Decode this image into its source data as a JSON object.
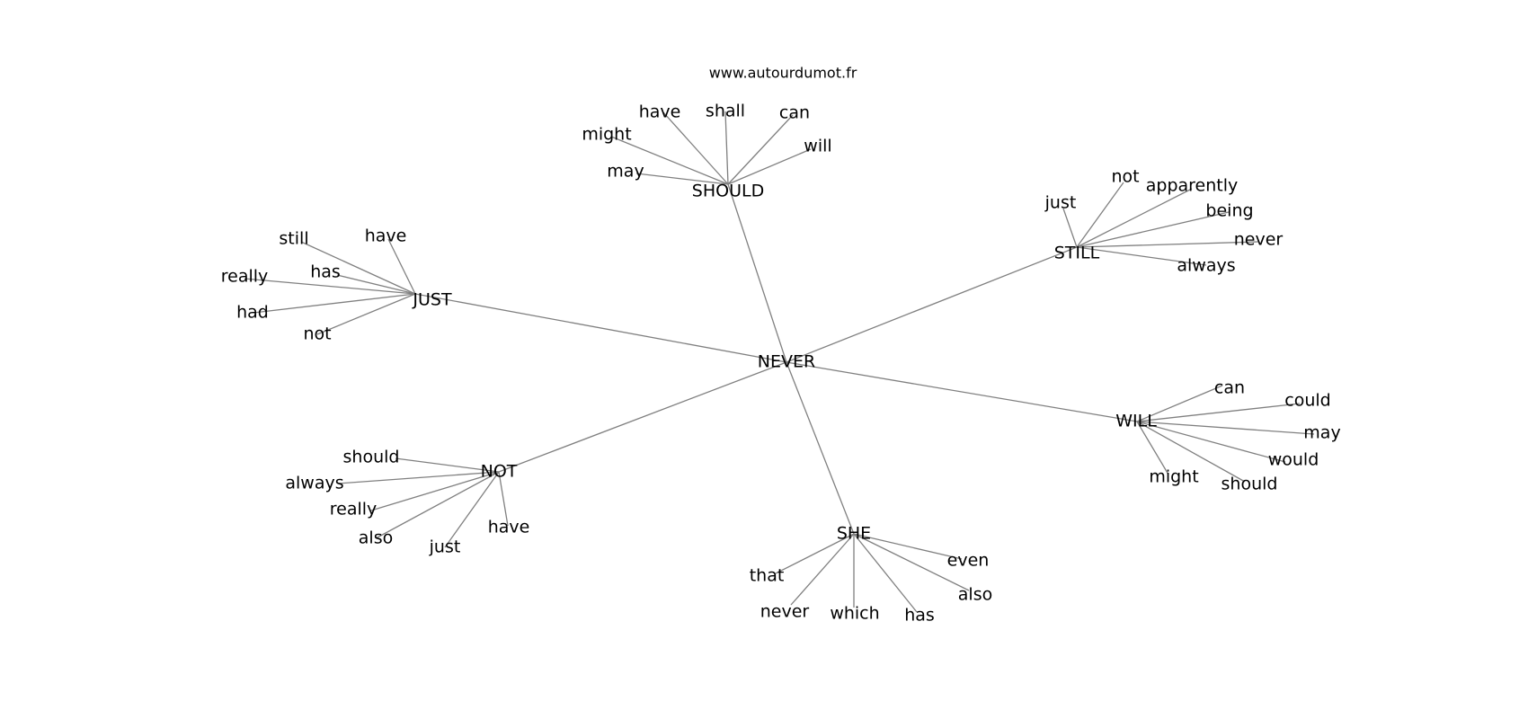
{
  "site_url": "www.autourdumot.fr",
  "graph": {
    "center": "NEVER",
    "hubs": [
      {
        "id": "should",
        "label": "SHOULD",
        "leaves": [
          "have",
          "shall",
          "can",
          "might",
          "will",
          "may"
        ]
      },
      {
        "id": "just",
        "label": "JUST",
        "leaves": [
          "still",
          "have",
          "has",
          "really",
          "had",
          "not"
        ]
      },
      {
        "id": "still",
        "label": "STILL",
        "leaves": [
          "not",
          "apparently",
          "just",
          "being",
          "never",
          "always"
        ]
      },
      {
        "id": "will",
        "label": "WILL",
        "leaves": [
          "can",
          "could",
          "may",
          "would",
          "might",
          "should"
        ]
      },
      {
        "id": "not",
        "label": "NOT",
        "leaves": [
          "should",
          "always",
          "really",
          "also",
          "just",
          "have"
        ]
      },
      {
        "id": "she",
        "label": "SHE",
        "leaves": [
          "even",
          "that",
          "also",
          "never",
          "which",
          "has"
        ]
      }
    ]
  }
}
